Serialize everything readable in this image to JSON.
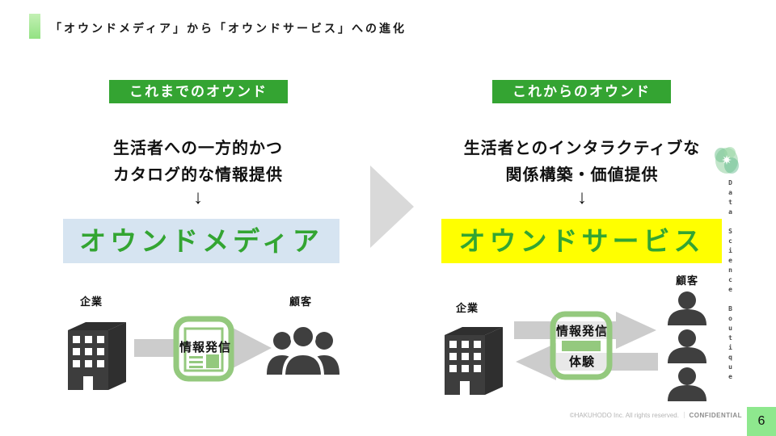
{
  "slide_title": "「オウンドメディア」から「オウンドサービス」への進化",
  "left_column": {
    "header_label": "これまでのオウンド",
    "description": [
      "生活者への一方的かつ",
      "カタログ的な情報提供"
    ],
    "down_arrow": "↓",
    "highlight_label": "オウンドメディア",
    "diagram": {
      "company_label": "企業",
      "customer_label": "顧客",
      "arrow_label": "情報発信"
    }
  },
  "right_column": {
    "header_label": "これからのオウンド",
    "description": [
      "生活者とのインタラクティブな",
      "関係構築・価値提供"
    ],
    "down_arrow": "↓",
    "highlight_label": "オウンドサービス",
    "diagram": {
      "company_label": "企業",
      "customer_label": "顧客",
      "outbound_arrow_label": "情報発信",
      "return_arrow_label": "体験"
    }
  },
  "branding": {
    "vertical_text": "Data Science Boutique"
  },
  "footer": {
    "copyright": "©HAKUHODO Inc. All rights reserved.",
    "separator": "｜",
    "confidential_label": "CONFIDENTIAL",
    "page_number": "6"
  },
  "colors": {
    "accent_green": "#34a432",
    "title_bar_green": "#a6e698",
    "highlight_blue": "#d6e4f1",
    "highlight_yellow": "#ffff00",
    "page_tab_green": "#8ee88e",
    "arrow_gray": "#cccccc",
    "triangle_gray": "#d9d9d9",
    "icon_dark": "#3d3d3d",
    "icon_green": "#94c97e"
  }
}
